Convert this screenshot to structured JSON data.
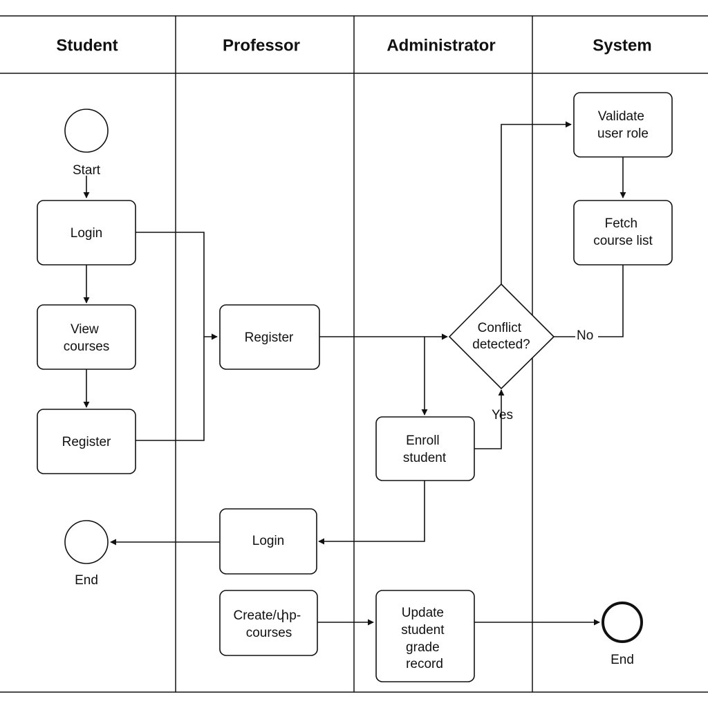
{
  "lanes": [
    {
      "id": "student",
      "title": "Student"
    },
    {
      "id": "professor",
      "title": "Professor"
    },
    {
      "id": "administrator",
      "title": "Administrator"
    },
    {
      "id": "system",
      "title": "System"
    }
  ],
  "nodes": {
    "start": {
      "label": "Start"
    },
    "student_login": {
      "lines": [
        "Login"
      ]
    },
    "view_courses": {
      "lines": [
        "View",
        "courses"
      ]
    },
    "student_register": {
      "lines": [
        "Register"
      ]
    },
    "student_end": {
      "label": "End"
    },
    "professor_register": {
      "lines": [
        "Register"
      ]
    },
    "professor_login": {
      "lines": [
        "Login"
      ]
    },
    "create_courses": {
      "lines": [
        "Create/փp-",
        "courses"
      ]
    },
    "conflict": {
      "lines": [
        "Conflict",
        "detected?"
      ]
    },
    "enroll_student": {
      "lines": [
        "Enroll",
        "student"
      ]
    },
    "update_grade": {
      "lines": [
        "Update",
        "student",
        "grade",
        "record"
      ]
    },
    "validate_role": {
      "lines": [
        "Validate",
        "user role"
      ]
    },
    "fetch_courses": {
      "lines": [
        "Fetch",
        "course list"
      ]
    },
    "system_end": {
      "label": "End"
    }
  },
  "edge_labels": {
    "no": "No",
    "yes": "Yes"
  }
}
